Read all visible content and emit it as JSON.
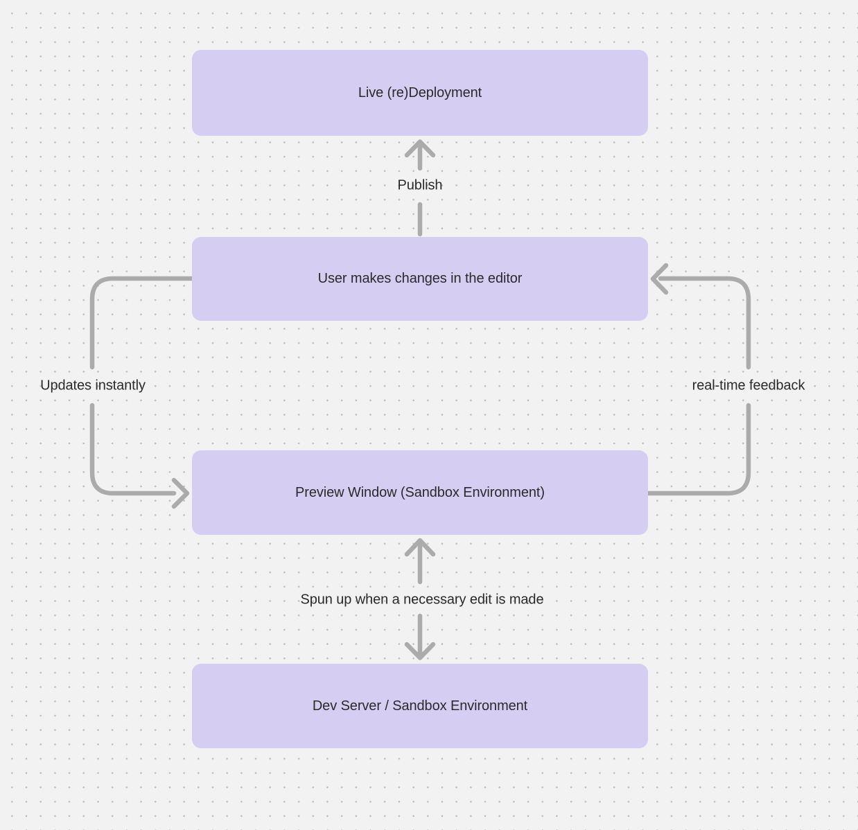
{
  "diagram": {
    "nodes": [
      {
        "id": "live-redeployment",
        "label": "Live (re)Deployment"
      },
      {
        "id": "user-editor",
        "label": "User makes changes in the editor"
      },
      {
        "id": "preview-window",
        "label": "Preview Window (Sandbox Environment)"
      },
      {
        "id": "dev-server",
        "label": "Dev Server / Sandbox Environment"
      }
    ],
    "edges": [
      {
        "id": "publish",
        "from": "user-editor",
        "to": "live-redeployment",
        "label": "Publish",
        "direction": "up"
      },
      {
        "id": "updates-instantly",
        "from": "user-editor",
        "to": "preview-window",
        "label": "Updates instantly",
        "side": "left"
      },
      {
        "id": "real-time-feedback",
        "from": "preview-window",
        "to": "user-editor",
        "label": "real-time feedback",
        "side": "right"
      },
      {
        "id": "spun-up",
        "from": "preview-window",
        "to": "dev-server",
        "label": "Spun up when a necessary edit is made",
        "direction": "both"
      }
    ]
  },
  "colors": {
    "canvas_bg": "#f2f2f2",
    "dot": "#bcbaba",
    "node_fill": "#d6cdf3",
    "edge_stroke": "#ababab",
    "text": "#2a2a2a"
  }
}
